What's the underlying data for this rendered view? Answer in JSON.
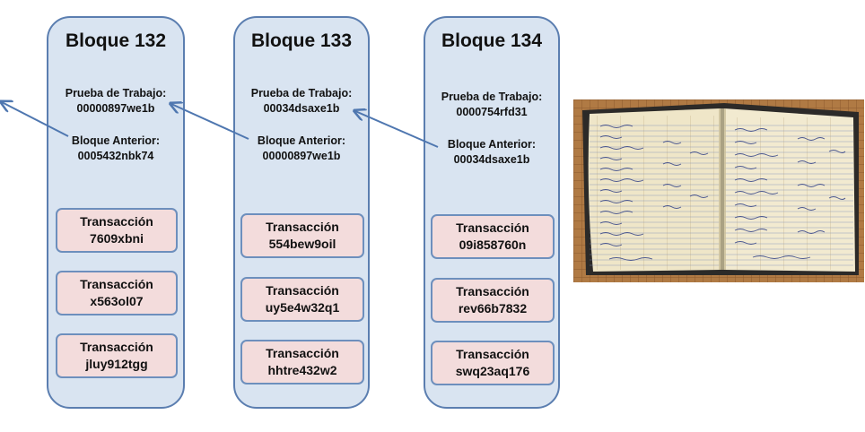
{
  "blocks": [
    {
      "title": "Bloque 132",
      "pow_label": "Prueba de Trabajo:",
      "pow_value": "00000897we1b",
      "prev_label": "Bloque Anterior:",
      "prev_value": "0005432nbk74",
      "transactions": [
        {
          "label": "Transacción",
          "id": "7609xbni"
        },
        {
          "label": "Transacción",
          "id": "x563ol07"
        },
        {
          "label": "Transacción",
          "id": "jluy912tgg"
        }
      ]
    },
    {
      "title": "Bloque 133",
      "pow_label": "Prueba de Trabajo:",
      "pow_value": "00034dsaxe1b",
      "prev_label": "Bloque Anterior:",
      "prev_value": "00000897we1b",
      "transactions": [
        {
          "label": "Transacción",
          "id": "554bew9oil"
        },
        {
          "label": "Transacción",
          "id": "uy5e4w32q1"
        },
        {
          "label": "Transacción",
          "id": "hhtre432w2"
        }
      ]
    },
    {
      "title": "Bloque 134",
      "pow_label": "Prueba de Trabajo:",
      "pow_value": "0000754rfd31",
      "prev_label": "Bloque Anterior:",
      "prev_value": "00034dsaxe1b",
      "transactions": [
        {
          "label": "Transacción",
          "id": "09i858760n"
        },
        {
          "label": "Transacción",
          "id": "rev66b7832"
        },
        {
          "label": "Transacción",
          "id": "swq23aq176"
        }
      ]
    }
  ],
  "colors": {
    "block_fill": "#d9e4f1",
    "block_border": "#5b7eb0",
    "transaction_fill": "#f3dcdc",
    "arrow": "#4f77b0"
  },
  "image": {
    "subject": "open-ledger-book-photo"
  }
}
